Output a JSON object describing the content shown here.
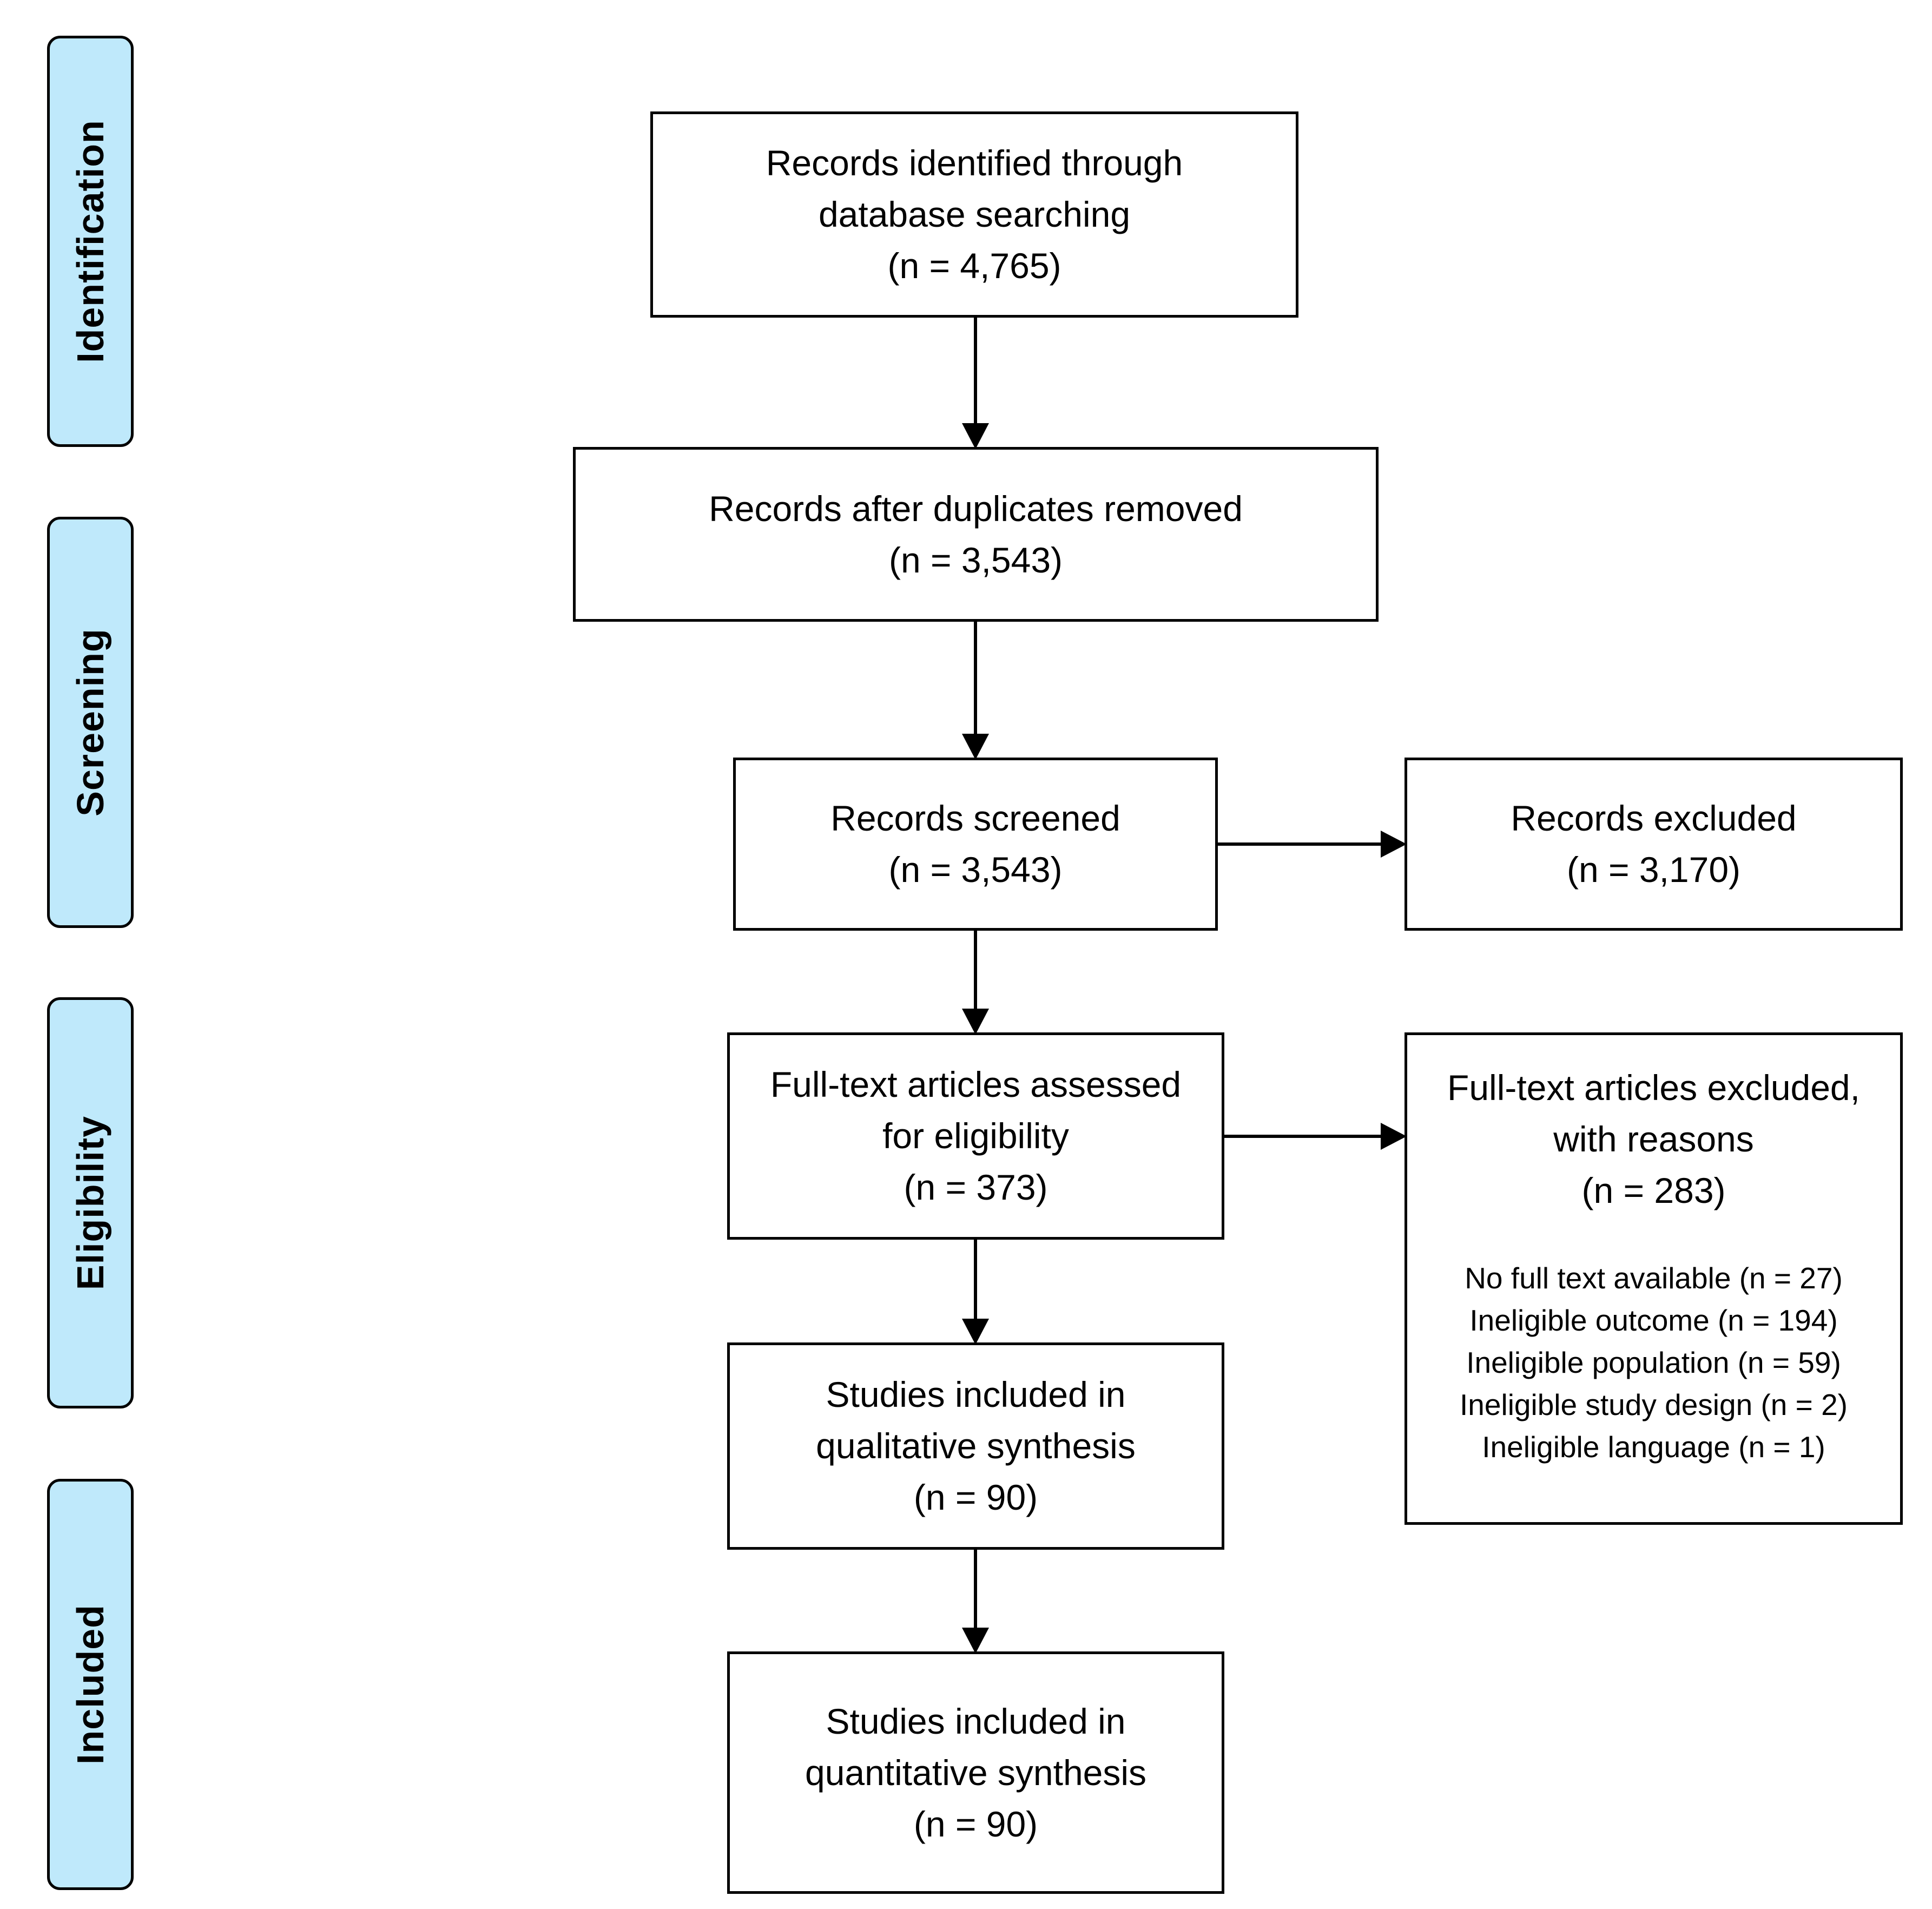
{
  "phases": {
    "identification": "Identification",
    "screening": "Screening",
    "eligibility": "Eligibility",
    "included": "Included"
  },
  "boxes": {
    "identified": {
      "lines": [
        "Records identified through",
        "database searching",
        "(n = 4,765)"
      ]
    },
    "dedup": {
      "lines": [
        "Records after duplicates removed",
        "(n = 3,543)"
      ]
    },
    "screened": {
      "lines": [
        "Records screened",
        "(n = 3,543)"
      ]
    },
    "excluded": {
      "lines": [
        "Records excluded",
        "(n = 3,170)"
      ]
    },
    "fulltext": {
      "lines": [
        "Full-text articles assessed",
        "for eligibility",
        "(n = 373)"
      ]
    },
    "ft_excluded": {
      "lines": [
        "Full-text articles excluded,",
        "with reasons",
        "(n = 283)"
      ],
      "reasons": [
        "No full text available (n = 27)",
        "Ineligible outcome (n = 194)",
        "Ineligible population (n = 59)",
        "Ineligible study design (n = 2)",
        "Ineligible language (n = 1)"
      ]
    },
    "qualitative": {
      "lines": [
        "Studies included in",
        "qualitative synthesis",
        "(n = 90)"
      ]
    },
    "quantitative": {
      "lines": [
        "Studies included in",
        "quantitative synthesis",
        "(n = 90)"
      ]
    }
  },
  "colors": {
    "phase_fill": "#bfe9fb",
    "stroke": "#000000"
  }
}
